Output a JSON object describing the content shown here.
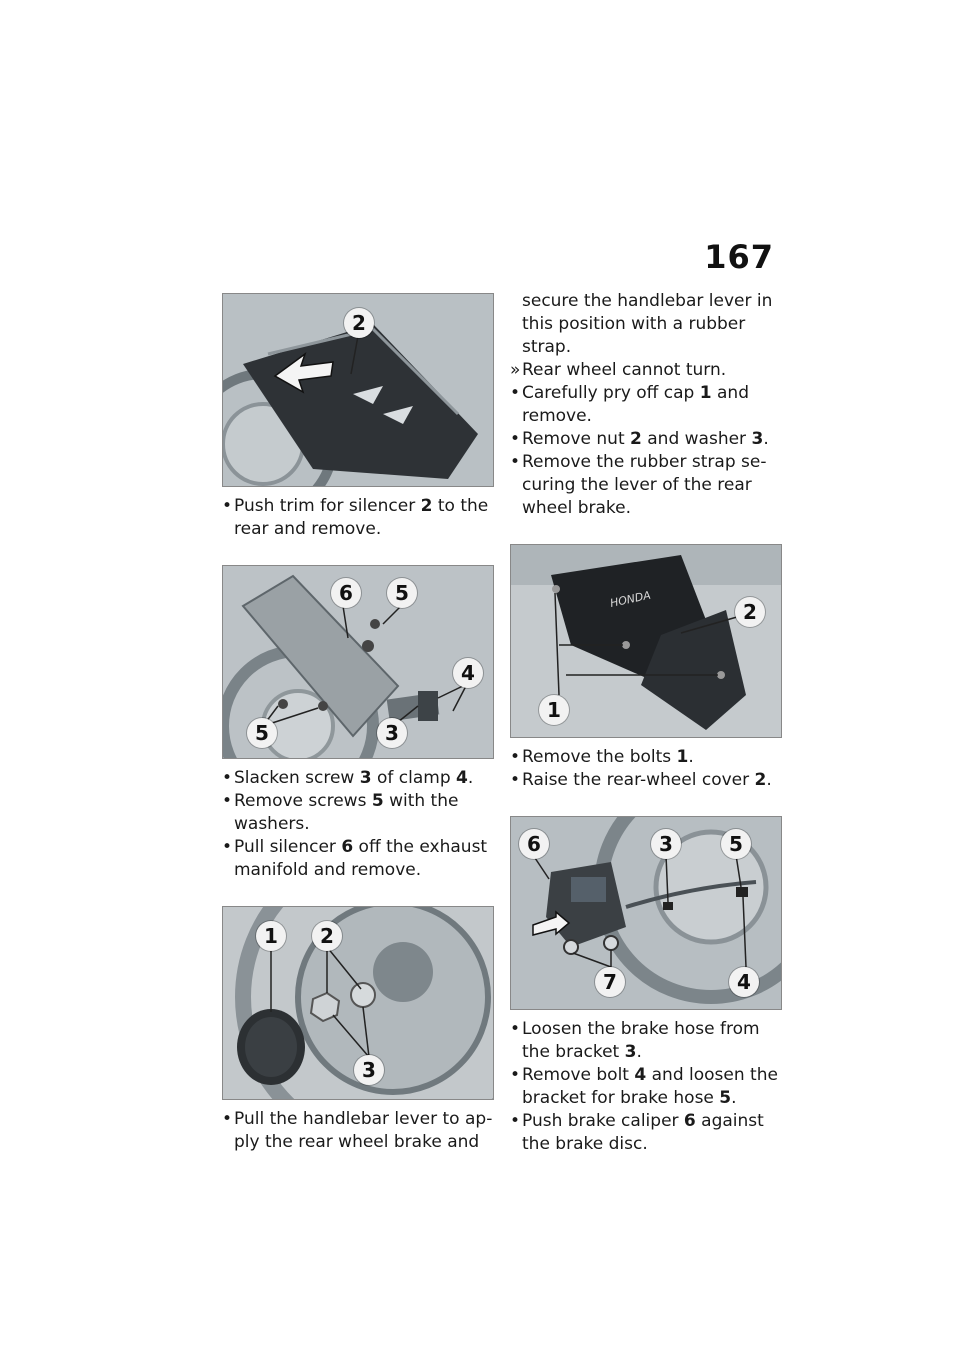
{
  "page_number": "167",
  "left_column": {
    "fig1": {
      "callouts": [
        "2"
      ]
    },
    "step1": {
      "prefix": "Push trim for silencer ",
      "ref": "2",
      "suffix": " to the rear and remove."
    },
    "fig2": {
      "callouts": [
        "6",
        "5",
        "4",
        "5",
        "3"
      ]
    },
    "step2": {
      "prefix": "Slacken screw ",
      "ref": "3",
      "mid": " of clamp ",
      "ref2": "4",
      "suffix": "."
    },
    "step3": {
      "prefix": "Remove screws ",
      "ref": "5",
      "suffix": " with the washers."
    },
    "step4": {
      "prefix": "Pull silencer ",
      "ref": "6",
      "suffix": " off the exhaust manifold and remove."
    },
    "fig3": {
      "callouts": [
        "1",
        "2",
        "3"
      ]
    },
    "step5": {
      "text": "Pull the handlebar lever to ap-ply the rear wheel brake and"
    }
  },
  "right_column": {
    "continuation": "secure the handlebar lever in this position with a rubber strap.",
    "result": "Rear wheel cannot turn.",
    "step6": {
      "prefix": "Carefully pry off cap ",
      "ref": "1",
      "suffix": " and remove."
    },
    "step7": {
      "prefix": "Remove nut ",
      "ref": "2",
      "mid": " and washer ",
      "ref2": "3",
      "suffix": "."
    },
    "step8": {
      "text": "Remove the rubber strap se-curing the lever of the rear wheel brake."
    },
    "fig4": {
      "callouts": [
        "2",
        "1"
      ],
      "logo_text": "HONDA"
    },
    "step9": {
      "prefix": "Remove the bolts ",
      "ref": "1",
      "suffix": "."
    },
    "step10": {
      "prefix": "Raise the rear-wheel cover ",
      "ref": "2",
      "suffix": "."
    },
    "fig5": {
      "callouts": [
        "6",
        "3",
        "5",
        "7",
        "4"
      ]
    },
    "step11": {
      "prefix": "Loosen the brake hose from the bracket ",
      "ref": "3",
      "suffix": "."
    },
    "step12": {
      "prefix": "Remove bolt ",
      "ref": "4",
      "mid": " and loosen the bracket for brake hose ",
      "ref2": "5",
      "suffix": "."
    },
    "step13": {
      "prefix": "Push brake caliper ",
      "ref": "6",
      "suffix": " against the brake disc."
    }
  },
  "markers": {
    "bullet": "•",
    "result": "»"
  }
}
